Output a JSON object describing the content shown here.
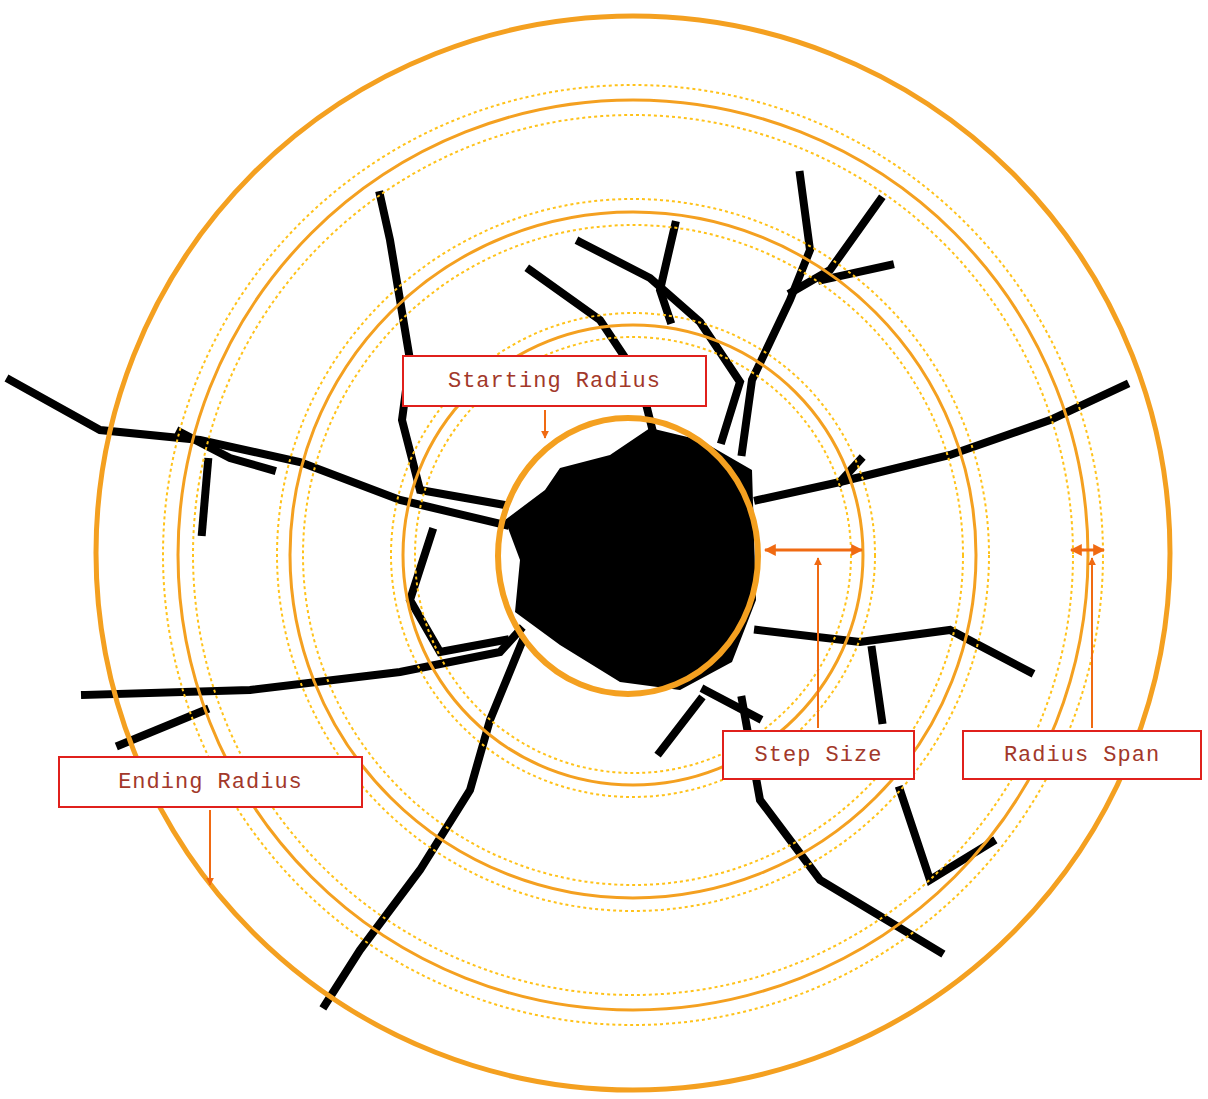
{
  "diagram": {
    "nodes": [
      {
        "text": [
          "Starting Radius"
        ]
      },
      {
        "text": [
          "Ending Radius"
        ]
      },
      {
        "text": [
          "Step Size"
        ]
      },
      {
        "text": [
          "Radius Span"
        ]
      }
    ]
  }
}
